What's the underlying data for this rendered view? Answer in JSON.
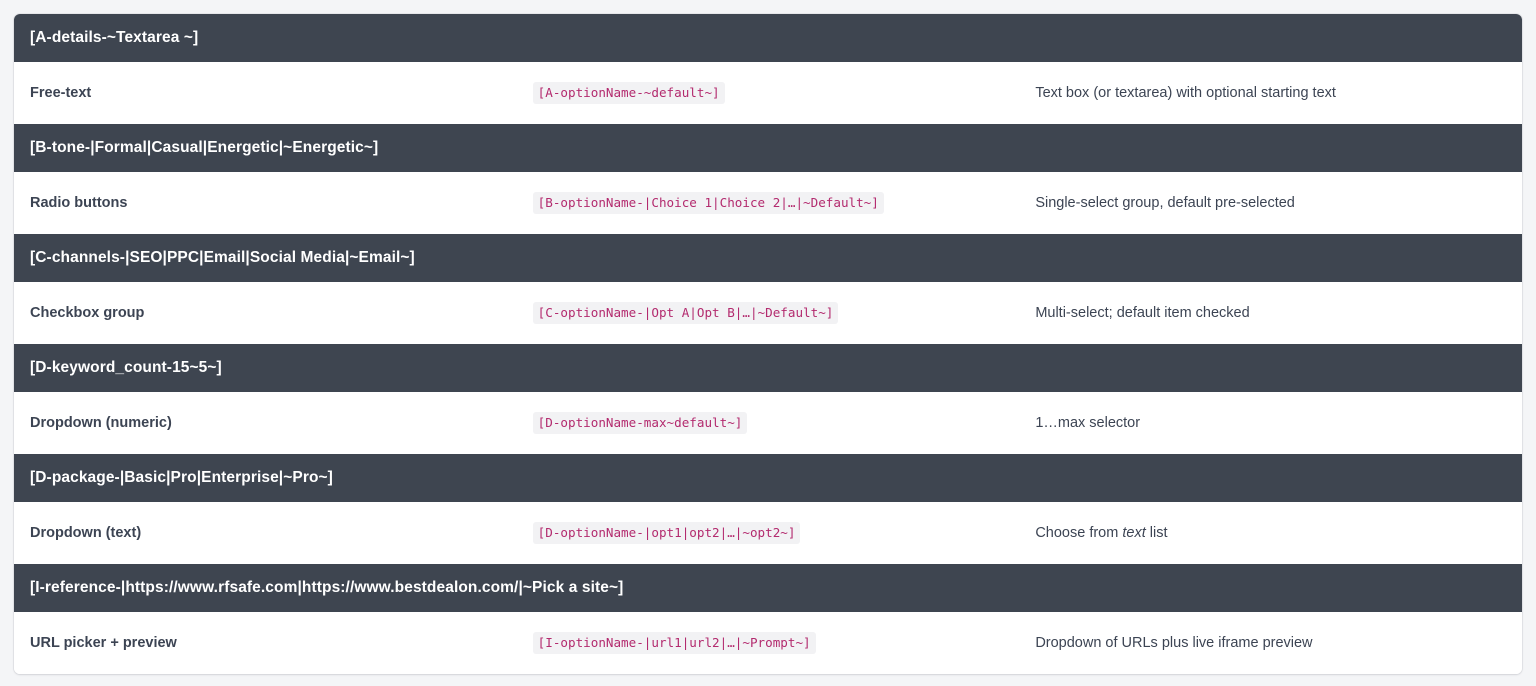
{
  "table": {
    "sections": [
      {
        "header": "[A-details-~Textarea ~]",
        "kind": "Free-text",
        "syntax": "[A-optionName-~default~]",
        "description_before": "Text box (or textarea) with optional starting text",
        "description_emphasis": "",
        "description_after": ""
      },
      {
        "header": "[B-tone-|Formal|Casual|Energetic|~Energetic~]",
        "kind": "Radio buttons",
        "syntax": "[B-optionName-|Choice 1|Choice 2|…|~Default~]",
        "description_before": "Single-select group, default pre-selected",
        "description_emphasis": "",
        "description_after": ""
      },
      {
        "header": "[C-channels-|SEO|PPC|Email|Social Media|~Email~]",
        "kind": "Checkbox group",
        "syntax": "[C-optionName-|Opt A|Opt B|…|~Default~]",
        "description_before": "Multi-select; default item checked",
        "description_emphasis": "",
        "description_after": ""
      },
      {
        "header": "[D-keyword_count-15~5~]",
        "kind": "Dropdown (numeric)",
        "syntax": "[D-optionName-max~default~]",
        "description_before": "1…max selector",
        "description_emphasis": "",
        "description_after": ""
      },
      {
        "header": "[D-package-|Basic|Pro|Enterprise|~Pro~]",
        "kind": "Dropdown (text)",
        "syntax": "[D-optionName-|opt1|opt2|…|~opt2~]",
        "description_before": "Choose from ",
        "description_emphasis": "text",
        "description_after": " list"
      },
      {
        "header": "[I-reference-|https://www.rfsafe.com|https://www.bestdealon.com/|~Pick a site~]",
        "kind": "URL picker + preview",
        "syntax": "[I-optionName-|url1|url2|…|~Prompt~]",
        "description_before": "Dropdown of URLs plus live iframe preview",
        "description_emphasis": "",
        "description_after": ""
      }
    ]
  },
  "theme": {
    "page_background": "#f4f5f7",
    "header_background": "#3e4550",
    "header_text": "#ffffff",
    "row_background": "#ffffff",
    "kind_text": "#2c3440",
    "description_text": "#3c4453",
    "code_text": "#b32a6e",
    "code_background": "#f2f2f4",
    "divider": "#e7e9ee"
  }
}
